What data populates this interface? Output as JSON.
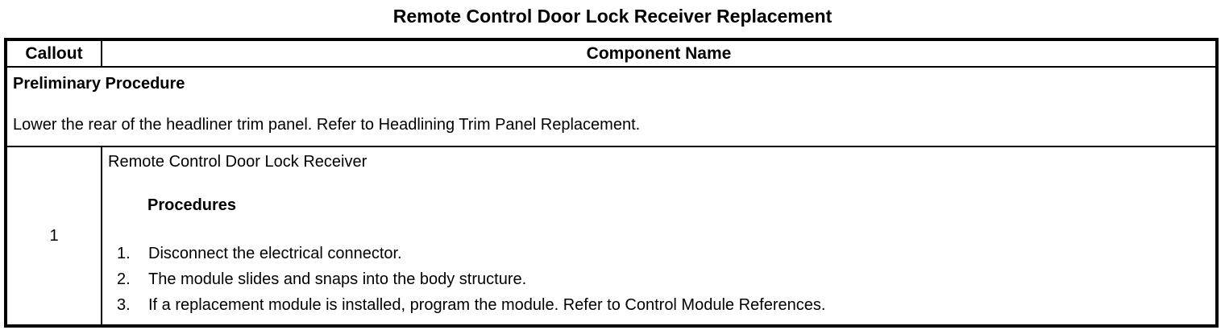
{
  "title": "Remote Control Door Lock Receiver Replacement",
  "table": {
    "headers": {
      "callout": "Callout",
      "component": "Component Name"
    },
    "preliminary": {
      "heading": "Preliminary Procedure",
      "text": "Lower the rear of the headliner trim panel. Refer to Headlining Trim Panel Replacement."
    },
    "rows": [
      {
        "callout": "1",
        "component_name": "Remote Control Door Lock Receiver",
        "procedures_heading": "Procedures",
        "steps": [
          "Disconnect the electrical connector.",
          "The module slides and snaps into the body structure.",
          "If a replacement module is installed, program the module. Refer to Control Module References."
        ]
      }
    ]
  },
  "colors": {
    "text": "#000000",
    "background": "#ffffff",
    "border": "#000000"
  }
}
